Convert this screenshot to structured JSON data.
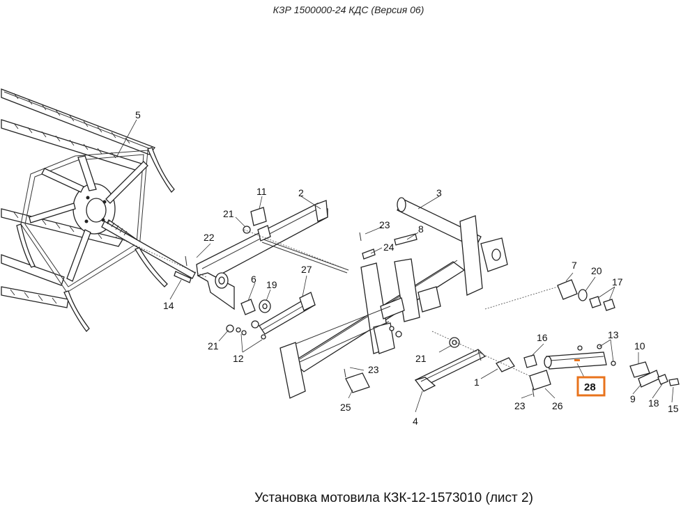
{
  "document": {
    "header": "КЗР 1500000-24 КДС  (Версия 06)",
    "caption": "Установка мотовила КЗК-12-1573010 (лист 2)"
  },
  "highlight": {
    "label": "28",
    "color": "#e8731c"
  },
  "callouts": {
    "c1": "1",
    "c2": "2",
    "c3": "3",
    "c4": "4",
    "c5": "5",
    "c6": "6",
    "c7": "7",
    "c8": "8",
    "c9": "9",
    "c10": "10",
    "c11": "11",
    "c12": "12",
    "c13": "13",
    "c14": "14",
    "c15": "15",
    "c16": "16",
    "c17": "17",
    "c18": "18",
    "c19": "19",
    "c20": "20",
    "c21a": "21",
    "c21b": "21",
    "c21c": "21",
    "c22": "22",
    "c23a": "23",
    "c23b": "23",
    "c23c": "23",
    "c24": "24",
    "c25": "25",
    "c26": "26",
    "c27": "27"
  }
}
